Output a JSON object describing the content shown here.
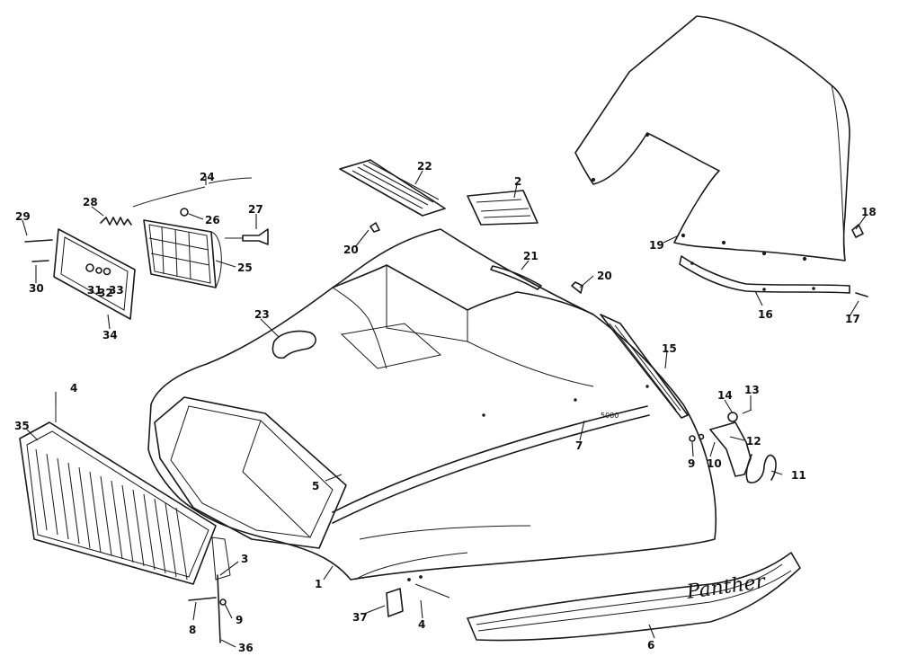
{
  "callouts": {
    "c1": "1",
    "c2": "2",
    "c3": "3",
    "c4a": "4",
    "c4b": "4",
    "c5": "5",
    "c6": "6",
    "c7": "7",
    "c8": "8",
    "c9a": "9",
    "c9b": "9",
    "c10": "10",
    "c11": "11",
    "c12": "12",
    "c13": "13",
    "c14": "14",
    "c15": "15",
    "c16": "16",
    "c17": "17",
    "c18": "18",
    "c19": "19",
    "c20a": "20",
    "c20b": "20",
    "c21": "21",
    "c22": "22",
    "c23": "23",
    "c24": "24",
    "c25": "25",
    "c26": "26",
    "c27": "27",
    "c28": "28",
    "c29": "29",
    "c30": "30",
    "c31": "31",
    "c32": "32",
    "c33": "33",
    "c34": "34",
    "c35": "35",
    "c36": "36",
    "c37": "37"
  },
  "decals": {
    "stripe_script": "Panther",
    "hood_number": "5000"
  }
}
